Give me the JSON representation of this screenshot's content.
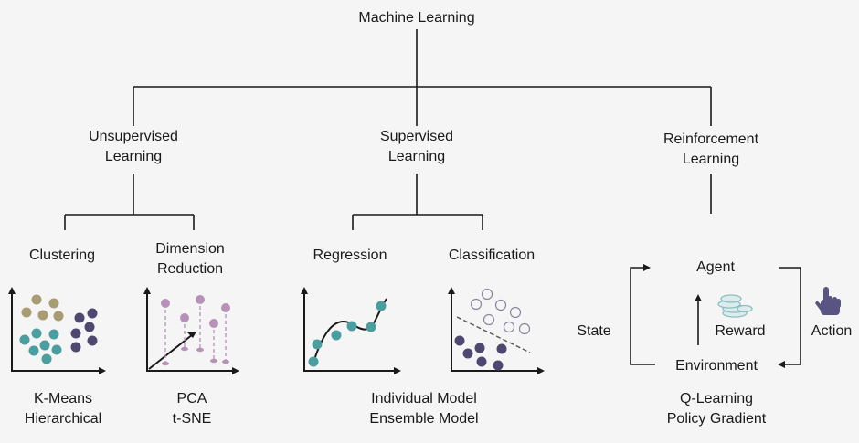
{
  "root": {
    "label": "Machine Learning"
  },
  "branches": {
    "unsupervised": {
      "line1": "Unsupervised",
      "line2": "Learning",
      "children": {
        "clustering": {
          "label": "Clustering",
          "methods": [
            "K-Means",
            "Hierarchical"
          ]
        },
        "dimension_reduction": {
          "line1": "Dimension",
          "line2": "Reduction",
          "methods": [
            "PCA",
            "t-SNE"
          ]
        }
      }
    },
    "supervised": {
      "line1": "Supervised",
      "line2": "Learning",
      "children": {
        "regression": {
          "label": "Regression"
        },
        "classification": {
          "label": "Classification"
        }
      },
      "methods": [
        "Individual Model",
        "Ensemble Model"
      ]
    },
    "reinforcement": {
      "line1": "Reinforcement",
      "line2": "Learning",
      "cycle": {
        "agent": "Agent",
        "environment": "Environment",
        "reward": "Reward",
        "state": "State",
        "action": "Action"
      },
      "methods": [
        "Q-Learning",
        "Policy Gradient"
      ]
    }
  },
  "colors": {
    "line": "#1a1a1a",
    "teal": "#4a9ea0",
    "olive": "#a89c72",
    "navy": "#4e4870",
    "pink": "#b792b8",
    "coin": "#8cbfc1",
    "hand": "#595481"
  }
}
